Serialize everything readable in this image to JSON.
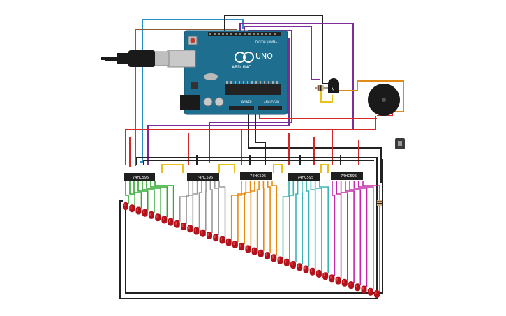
{
  "board": {
    "logo_text": "UNO",
    "brand_text": "ARDUINO",
    "digital_header": "DIGITAL (PWM~)",
    "power_label": "POWER",
    "analog_label": "ANALOG IN"
  },
  "chips": [
    {
      "label": "74HC595"
    },
    {
      "label": "74HC595"
    },
    {
      "label": "74HC595"
    },
    {
      "label": "74HC595"
    },
    {
      "label": "74HC595"
    }
  ],
  "transistor": {
    "label": "N"
  },
  "led_count": 40,
  "colors": {
    "board": "#1d6e8f",
    "wire_red": "#d62828",
    "wire_black": "#222222",
    "wire_purple": "#7b2d9c",
    "wire_blue": "#2a8fc7",
    "wire_yellow": "#e8c21a",
    "wire_brown": "#8a5a3a",
    "wire_orange": "#e08a1a",
    "group_green": "#2ea82e",
    "group_gray": "#9a9a9a",
    "group_orange": "#e88a10",
    "group_teal": "#3ab5b5",
    "group_magenta": "#c02aa8",
    "led": "#b3121b"
  }
}
